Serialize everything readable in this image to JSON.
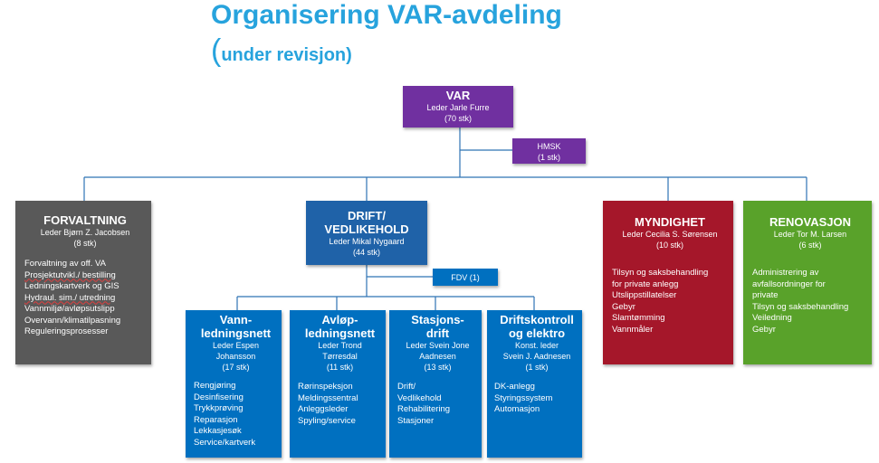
{
  "title": "Organisering VAR-avdeling",
  "subtitle_paren": "(",
  "subtitle_text": "under revisjon)",
  "colors": {
    "title": "#27a3dd",
    "var": "#7030a0",
    "forvaltning": "#595959",
    "drift": "#0070c0",
    "myndighet": "#a5172a",
    "renovasjon": "#59a22a",
    "lines": "#2f73b5"
  },
  "var": {
    "name": "VAR",
    "leader": "Leder Jarle Furre",
    "count": "(70 stk)"
  },
  "hmsk": {
    "name": "HMSK",
    "count": "(1 stk)"
  },
  "forvaltning": {
    "name": "FORVALTNING",
    "leader": "Leder Bjørn Z. Jacobsen",
    "count": "(8 stk)",
    "items": [
      "Forvaltning av off. VA",
      "Prosjektutvikl./ bestilling",
      "Ledningskartverk og GIS",
      "Hydraul. sim./ utredning",
      "Vannmiljø/avløpsutslipp",
      "Overvann/klimatilpasning",
      "Reguleringsprosesser"
    ]
  },
  "drift": {
    "name_line1": "DRIFT/",
    "name_line2": "VEDLIKEHOLD",
    "leader": "Leder Mikal Nygaard",
    "count": "(44 stk)"
  },
  "fdv": {
    "name": "FDV (1)"
  },
  "myndighet": {
    "name": "MYNDIGHET",
    "leader": "Leder Cecilia S. Sørensen",
    "count": "(10 stk)",
    "items": [
      "Tilsyn og saksbehandling",
      "for private anlegg",
      "Utslippstillatelser",
      "Gebyr",
      "Slamtømming",
      "Vannmåler"
    ]
  },
  "renovasjon": {
    "name": "RENOVASJON",
    "leader": "Leder Tor M. Larsen",
    "count": "(6 stk)",
    "items": [
      "Administrering av",
      "avfallsordninger for",
      "private",
      "Tilsyn og saksbehandling",
      "Veiledning",
      "Gebyr"
    ]
  },
  "vann": {
    "name_line1": "Vann-",
    "name_line2": "ledningsnett",
    "leader_line1": "Leder Espen",
    "leader_line2": "Johansson",
    "count": "(17 stk)",
    "items": [
      "Rengjøring",
      "Desinfisering",
      "Trykkprøving",
      "Reparasjon",
      "Lekkasjesøk",
      "Service/kartverk"
    ]
  },
  "avlop": {
    "name_line1": "Avløp-",
    "name_line2": "ledningsnett",
    "leader_line1": "Leder Trond",
    "leader_line2": "Tørresdal",
    "count": "(11 stk)",
    "items": [
      "Rørinspeksjon",
      "Meldingssentral",
      "Anleggsleder",
      "Spyling/service"
    ]
  },
  "stasjon": {
    "name_line1": "Stasjons-",
    "name_line2": "drift",
    "leader_line1": "Leder Svein Jone",
    "leader_line2": "Aadnesen",
    "count": "(13 stk)",
    "items": [
      "Drift/",
      "Vedlikehold",
      "Rehabilitering",
      "Stasjoner"
    ]
  },
  "driftskontroll": {
    "name_line1": "Driftskontroll",
    "name_line2": "og elektro",
    "leader_line1": "Konst. leder",
    "leader_line2": "Svein J. Aadnesen",
    "count": "(1 stk)",
    "items": [
      "DK-anlegg",
      "Styringssystem",
      "Automasjon"
    ]
  }
}
